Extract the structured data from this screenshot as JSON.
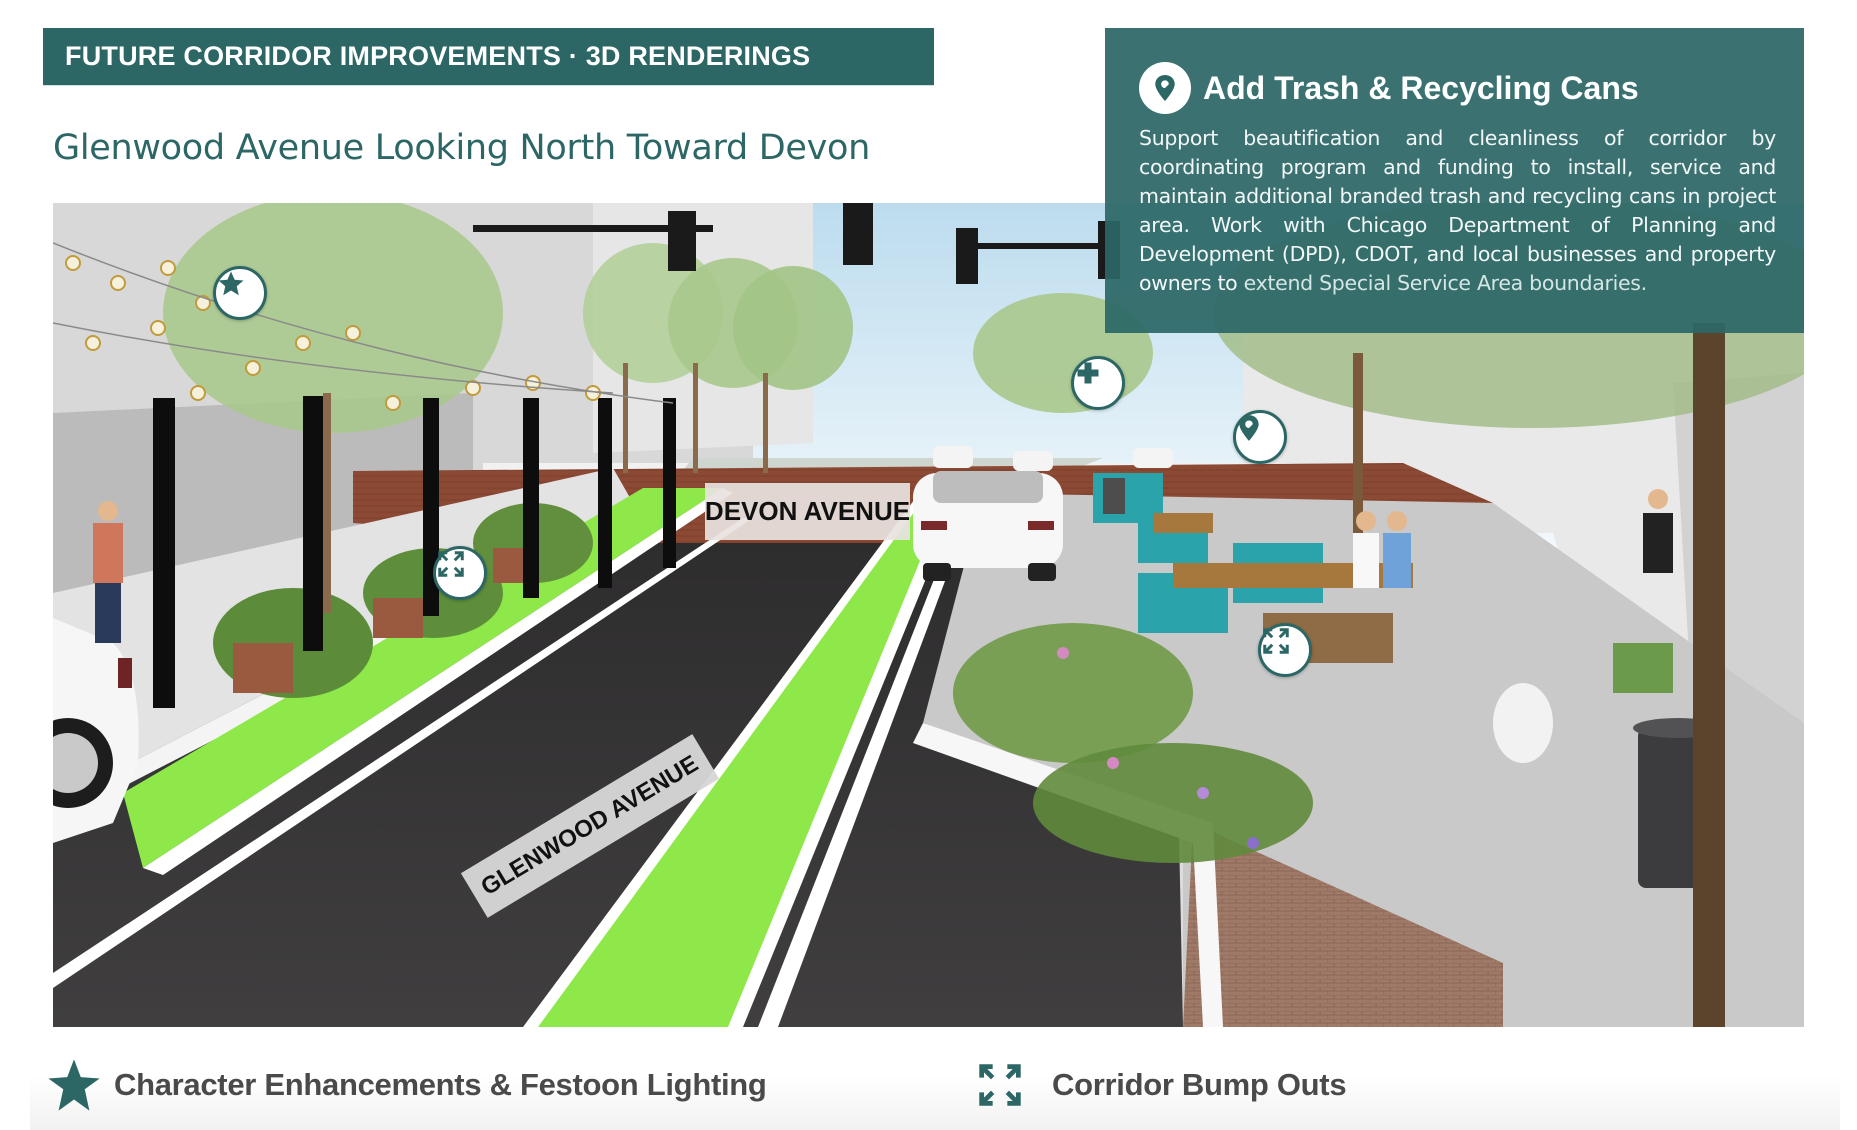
{
  "header": {
    "section_title": "FUTURE CORRIDOR IMPROVEMENTS · 3D RENDERINGS",
    "view_title": "Glenwood Avenue Looking North Toward Devon"
  },
  "theme": {
    "brand_teal": "#2c6766",
    "bike_lane_green": "#8ee84a",
    "asphalt": "#3a3839",
    "plaza_teal": "#2aa3aa",
    "brick": "#8c4a35"
  },
  "info_panel": {
    "icon": "map-pin-icon",
    "title": "Add Trash & Recycling Cans",
    "body_main": "Support beautification and cleanliness of corridor by coordinating program and funding to install, service and maintain additional branded trash and recycling cans in project area. Work with Chicago Department of Planning and Development (DPD), CDOT, and local businesses and property owners to",
    "body_tail": " extend Special Service Area boundaries."
  },
  "rendering": {
    "street_signs": {
      "cross_street": "DEVON AVENUE",
      "main_street": "GLENWOOD AVENUE"
    },
    "markers": [
      {
        "type": "character-enhancements",
        "icon": "star-icon"
      },
      {
        "type": "corridor-bump-out",
        "icon": "expand-arrows-icon"
      },
      {
        "type": "add-amenity",
        "icon": "plus-icon"
      },
      {
        "type": "trash-recycling",
        "icon": "map-pin-icon"
      },
      {
        "type": "corridor-bump-out",
        "icon": "expand-arrows-icon"
      }
    ]
  },
  "legend": [
    {
      "icon": "star-icon",
      "label": "Character Enhancements & Festoon Lighting"
    },
    {
      "icon": "expand-arrows-icon",
      "label": "Corridor Bump Outs"
    }
  ]
}
